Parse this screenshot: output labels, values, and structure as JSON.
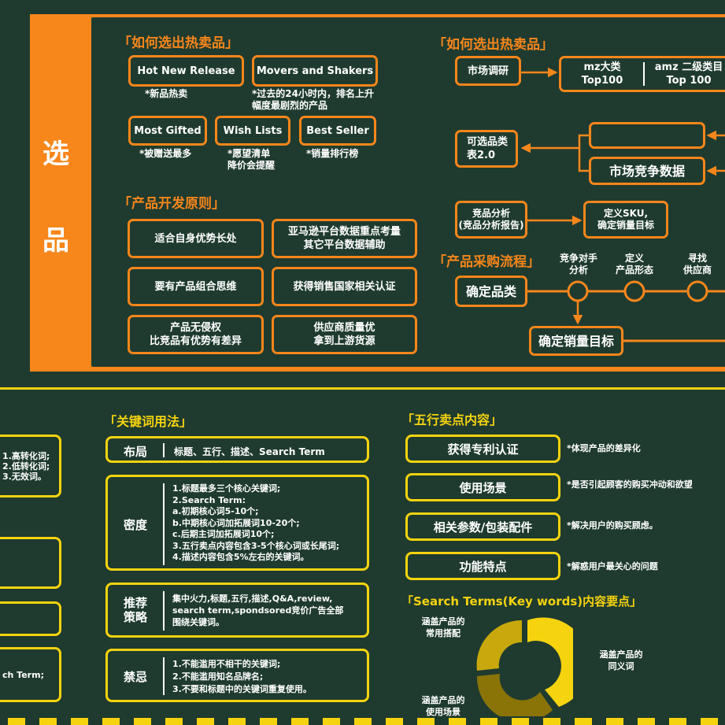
{
  "sidebar": {
    "char1": "选",
    "char2": "品"
  },
  "hot_left": {
    "title": "「如何选出热卖品」",
    "items": [
      {
        "label": "Hot New Release",
        "note": "*新品热卖"
      },
      {
        "label": "Movers and Shakers",
        "note_line1": "*过去的24小时内，排名上升",
        "note_line2": "幅度最剧烈的产品"
      },
      {
        "label": "Most Gifted",
        "note": "*被赠送最多"
      },
      {
        "label": "Wish Lists",
        "note_line1": "*愿望清单",
        "note_line2": "降价会提醒"
      },
      {
        "label": "Best Seller",
        "note": "*销量排行榜"
      }
    ]
  },
  "dev": {
    "title": "「产品开发原则」",
    "items": [
      {
        "line1": "适合自身优势长处",
        "line2": ""
      },
      {
        "line1": "亚马逊平台数据重点考量",
        "line2": "其它平台数据辅助"
      },
      {
        "line1": "要有产品组合思维",
        "line2": ""
      },
      {
        "line1": "获得销售国家相关认证",
        "line2": ""
      },
      {
        "line1": "产品无侵权",
        "line2": "比竞品有优势有差异"
      },
      {
        "line1": "供应商质量优",
        "line2": "拿到上游货源"
      }
    ]
  },
  "hot_right": {
    "title": "「如何选出热卖品」",
    "market": "市场调研",
    "mz_line1": "mz大类",
    "mz_line2": "Top100",
    "amz_line1": "amz 二级类目",
    "amz_line2": "Top 100",
    "optional_line1": "可选品类",
    "optional_line2": "表2.0",
    "competition": "市场竞争数据",
    "analysis_line1": "竞品分析",
    "analysis_line2": "(竞品分析报告)",
    "sku_line1": "定义SKU,",
    "sku_line2": "确定销量目标"
  },
  "purchase": {
    "title": "「产品采购流程」",
    "labels": [
      {
        "line1": "竞争对手",
        "line2": "分析"
      },
      {
        "line1": "定义",
        "line2": "产品形态"
      },
      {
        "line1": "寻找",
        "line2": "供应商"
      }
    ],
    "confirm_category": "确定品类",
    "confirm_target": "确定销量目标"
  },
  "left_partial": {
    "lines": [
      "1.高转化词;",
      "2.低转化词;",
      "3.无效词。"
    ],
    "bottom": "ch Term;"
  },
  "keywords": {
    "title": "「关键词用法」",
    "layout_label": "布局",
    "layout_text": "标题、五行、描述、Search Term",
    "density_label": "密度",
    "density_lines": [
      "1.标题最多三个核心关键词;",
      "2.Search Term:",
      "a.初期核心词5-10个;",
      "b.中期核心词加拓展词10-20个;",
      "c.后期主词加拓展词10个;",
      "3.五行卖点内容包含3-5个核心词或长尾词;",
      "4.描述内容包含5%左右的关键词。"
    ],
    "strategy_label_1": "推荐",
    "strategy_label_2": "策略",
    "strategy_lines": [
      "集中火力,标题,五行,描述,Q&A,review,",
      "search term,spondsored竞价广告全部",
      "围绕关键词。"
    ],
    "taboo_label": "禁忌",
    "taboo_lines": [
      "1.不能滥用不相干的关键词;",
      "2.不能滥用知名品牌名;",
      "3.不要和标题中的关键词重复使用。"
    ]
  },
  "five": {
    "title": "「五行卖点内容」",
    "items": [
      {
        "label": "获得专利认证",
        "note": "*体现产品的差异化"
      },
      {
        "label": "使用场景",
        "note": "*是否引起顾客的购买冲动和欲望"
      },
      {
        "label": "相关参数/包装配件",
        "note": "*解决用户的购买顾虑。"
      },
      {
        "label": "功能特点",
        "note": "*解惑用户最关心的问题"
      }
    ]
  },
  "search_terms": {
    "title": "「Search Terms(Key words)内容要点」",
    "labels": [
      {
        "line1": "涵盖产品的",
        "line2": "常用搭配"
      },
      {
        "line1": "涵盖产品的",
        "line2": "同义词"
      },
      {
        "line1": "涵盖产品的",
        "line2": "使用场景"
      }
    ]
  },
  "colors": {
    "bg": "#1f3b2f",
    "orange": "#f7861b",
    "yellow": "#f5d30f",
    "donut": [
      "#c8a80c",
      "#f5d30f",
      "#8a7408"
    ]
  }
}
